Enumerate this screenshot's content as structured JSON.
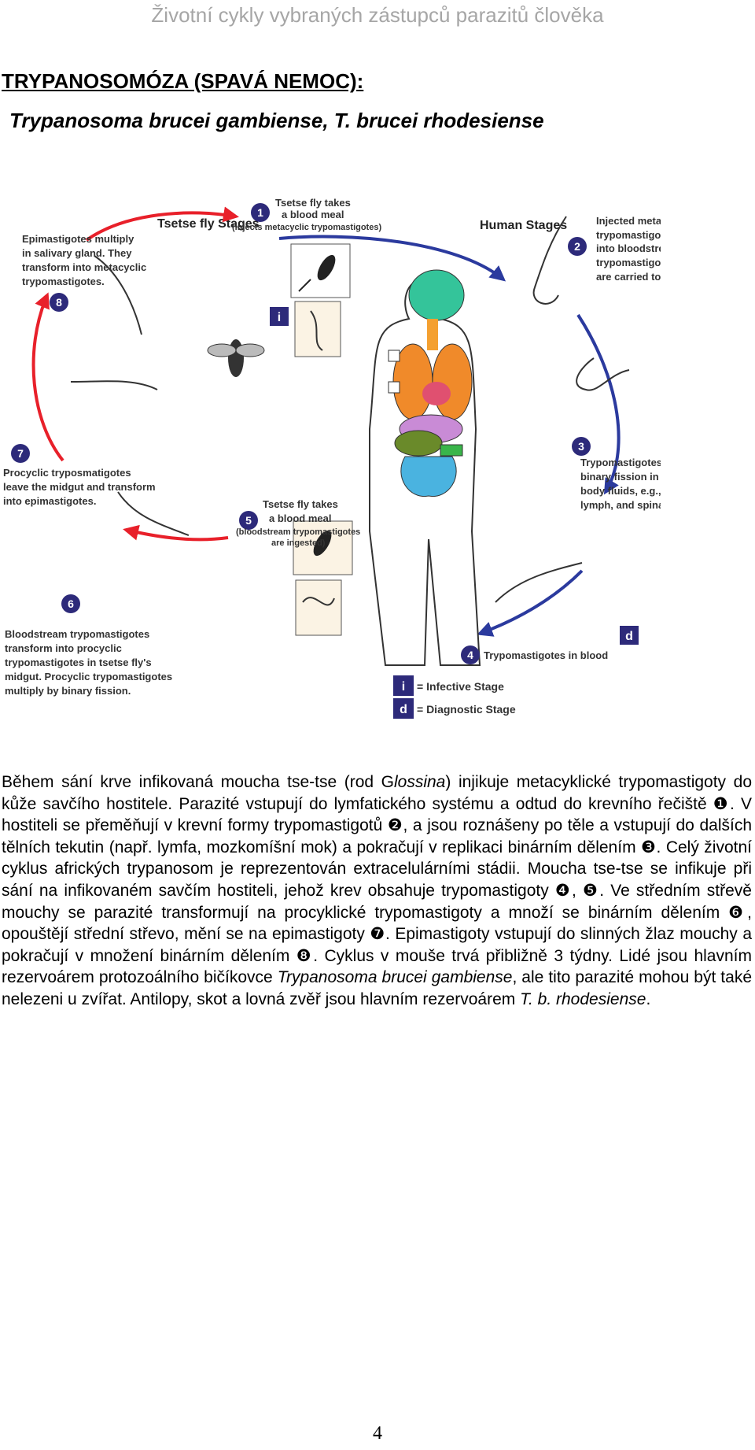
{
  "header": {
    "running_title": "Životní cykly vybraných zástupců parazitů člověka"
  },
  "title": "TRYPANOSOMÓZA (SPAVÁ NEMOC):",
  "subtitle": "Trypanosoma brucei gambiense, T. brucei rhodesiense",
  "figure": {
    "tsetse_heading": "Tsetse fly Stages",
    "human_heading": "Human Stages",
    "step1": {
      "num": "1",
      "lines": [
        "Tsetse fly takes",
        "a blood meal",
        "(injects metacyclic trypomastigotes)"
      ]
    },
    "step2": {
      "num": "2",
      "lines": [
        "Injected metacyclic",
        "trypomastigotes transform",
        "into bloodstream",
        "trypomastigotes, which",
        "are carried to other sites."
      ]
    },
    "step3": {
      "num": "3",
      "lines": [
        "Trypomastigotes multiply by",
        "binary fission in various",
        "body fluids, e.g., blood,",
        "lymph, and spinal fluid."
      ]
    },
    "step4": {
      "num": "4",
      "lines": [
        "Trypomastigotes in blood"
      ]
    },
    "step5": {
      "num": "5",
      "lines": [
        "Tsetse fly takes",
        "a blood meal",
        "(bloodstream trypomastigotes",
        "are ingested)"
      ]
    },
    "step6": {
      "num": "6",
      "lines": [
        "Bloodstream trypomastigotes",
        "transform into procyclic",
        "trypomastigotes in tsetse fly's",
        "midgut. Procyclic trypomastigotes",
        "multiply by binary fission."
      ]
    },
    "step7": {
      "num": "7",
      "lines": [
        "Procyclic tryposmatigotes",
        "leave the midgut and transform",
        "into epimastigotes."
      ]
    },
    "step8": {
      "num": "8",
      "lines": [
        "Epimastigotes multiply",
        "in salivary gland. They",
        "transform into metacyclic",
        "trypomastigotes."
      ]
    },
    "legend": {
      "infective_symbol": "i",
      "infective_label": "= Infective Stage",
      "diagnostic_symbol": "d",
      "diagnostic_label": "= Diagnostic Stage"
    },
    "colors": {
      "human_arrow": "#2b3a9e",
      "fly_arrow": "#e8202a",
      "marker": "#2d2a7a",
      "step_circle": "#2d2a7a"
    }
  },
  "body": {
    "p1": "Během sání krve infikovaná moucha tse-tse (rod G",
    "p1_italic": "lossina",
    "p2": ") injikuje metacyklické trypomastigoty do kůže savčího hostitele. Parazité vstupují do lymfatického systému a odtud do krevního řečiště ❶. V hostiteli se přeměňují v krevní formy trypomastigotů ❷, a jsou roznášeny po těle a vstupují do dalších tělních tekutin (např. lymfa, mozkomíšní mok) a pokračují v replikaci binárním dělením ❸. Celý životní cyklus afrických trypanosom je reprezentován extracelulárními stádii. Moucha tse-tse se infikuje při sání na infikovaném savčím hostiteli, jehož krev obsahuje trypomastigoty ❹, ❺. Ve středním střevě mouchy se parazité transformují na procyklické trypomastigoty a množí se binárním dělením ❻, opouštějí střední střevo, mění se na epimastigoty ❼. Epimastigoty vstupují do slinných žlaz mouchy a pokračují v množení binárním dělením ❽. Cyklus v mouše trvá přibližně 3 týdny. Lidé jsou hlavním rezervoárem protozoálního bičíkovce ",
    "p2_italic": "Trypanosoma brucei gambiense",
    "p3": ", ale tito parazité mohou být také nelezeni u zvířat. Antilopy, skot a lovná zvěř jsou hlavním rezervoárem ",
    "p3_italic": "T. b. rhodesiense",
    "p4": "."
  },
  "page_number": "4"
}
